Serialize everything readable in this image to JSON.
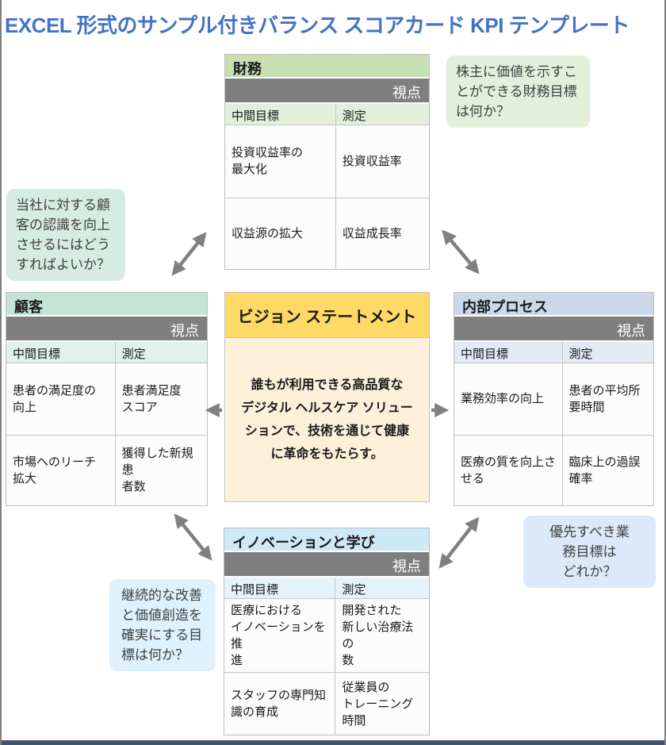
{
  "page": {
    "title": "EXCEL 形式のサンプル付きバランス スコアカード KPI テンプレート",
    "title_color": "#4472C4",
    "footer_bar_color": "#44546A",
    "arrow_color": "#808080"
  },
  "labels": {
    "perspective": "視点",
    "objective_col": "中間目標",
    "measure_col": "測定"
  },
  "vision": {
    "header": "ビジョン ステートメント",
    "body": "誰もが利用できる高品質な\nデジタル ヘルスケア ソリュー\nションで、技術を通じて健康\nに革命をもたらす。",
    "header_bg": "#FFD966",
    "body_bg": "#FCF0D9"
  },
  "tables": {
    "financial": {
      "title": "財務",
      "accent": "#C6E0B4",
      "accent_light": "#E2EFDA",
      "rows": [
        {
          "objective": "投資収益率の\n最大化",
          "measure": "投資収益率"
        },
        {
          "objective": "収益源の拡大",
          "measure": "収益成長率"
        }
      ]
    },
    "customer": {
      "title": "顧客",
      "accent": "#C2E5D6",
      "accent_light": "#E1F2EB",
      "rows": [
        {
          "objective": "患者の満足度の\n向上",
          "measure": "患者満足度\nスコア"
        },
        {
          "objective": "市場へのリーチ\n拡大",
          "measure": "獲得した新規患\n者数"
        }
      ]
    },
    "internal": {
      "title": "内部プロセス",
      "accent": "#CBD8EA",
      "accent_light": "#E4EAF5",
      "rows": [
        {
          "objective": "業務効率の向上",
          "measure": "患者の平均所\n要時間"
        },
        {
          "objective": "医療の質を向上さ\nせる",
          "measure": "臨床上の過誤\n確率"
        }
      ]
    },
    "innovation": {
      "title": "イノベーションと学び",
      "accent": "#CDE9F7",
      "accent_light": "#E4F3FB",
      "rows": [
        {
          "objective": "医療における\nイノベーションを推\n進",
          "measure": "開発された\n新しい治療法の\n数"
        },
        {
          "objective": "スタッフの専門知\n識の育成",
          "measure": "従業員の\nトレーニング\n時間"
        }
      ]
    }
  },
  "bubbles": {
    "financial": {
      "text": "株主に価値を示すこ\nとができる財務目標\nは何か？",
      "bg": "#E2EFDA"
    },
    "customer": {
      "text": "当社に対する顧\n客の認識を向上\nさせるにはどう\nすればよいか？",
      "bg": "#D6EBE1"
    },
    "internal": {
      "text": "優先すべき業\n務目標は\nどれか？",
      "bg": "#DBE9F8"
    },
    "innovation": {
      "text": "継続的な改善\nと価値創造を\n確実にする目\n標は何か？",
      "bg": "#DEF1FC"
    }
  }
}
